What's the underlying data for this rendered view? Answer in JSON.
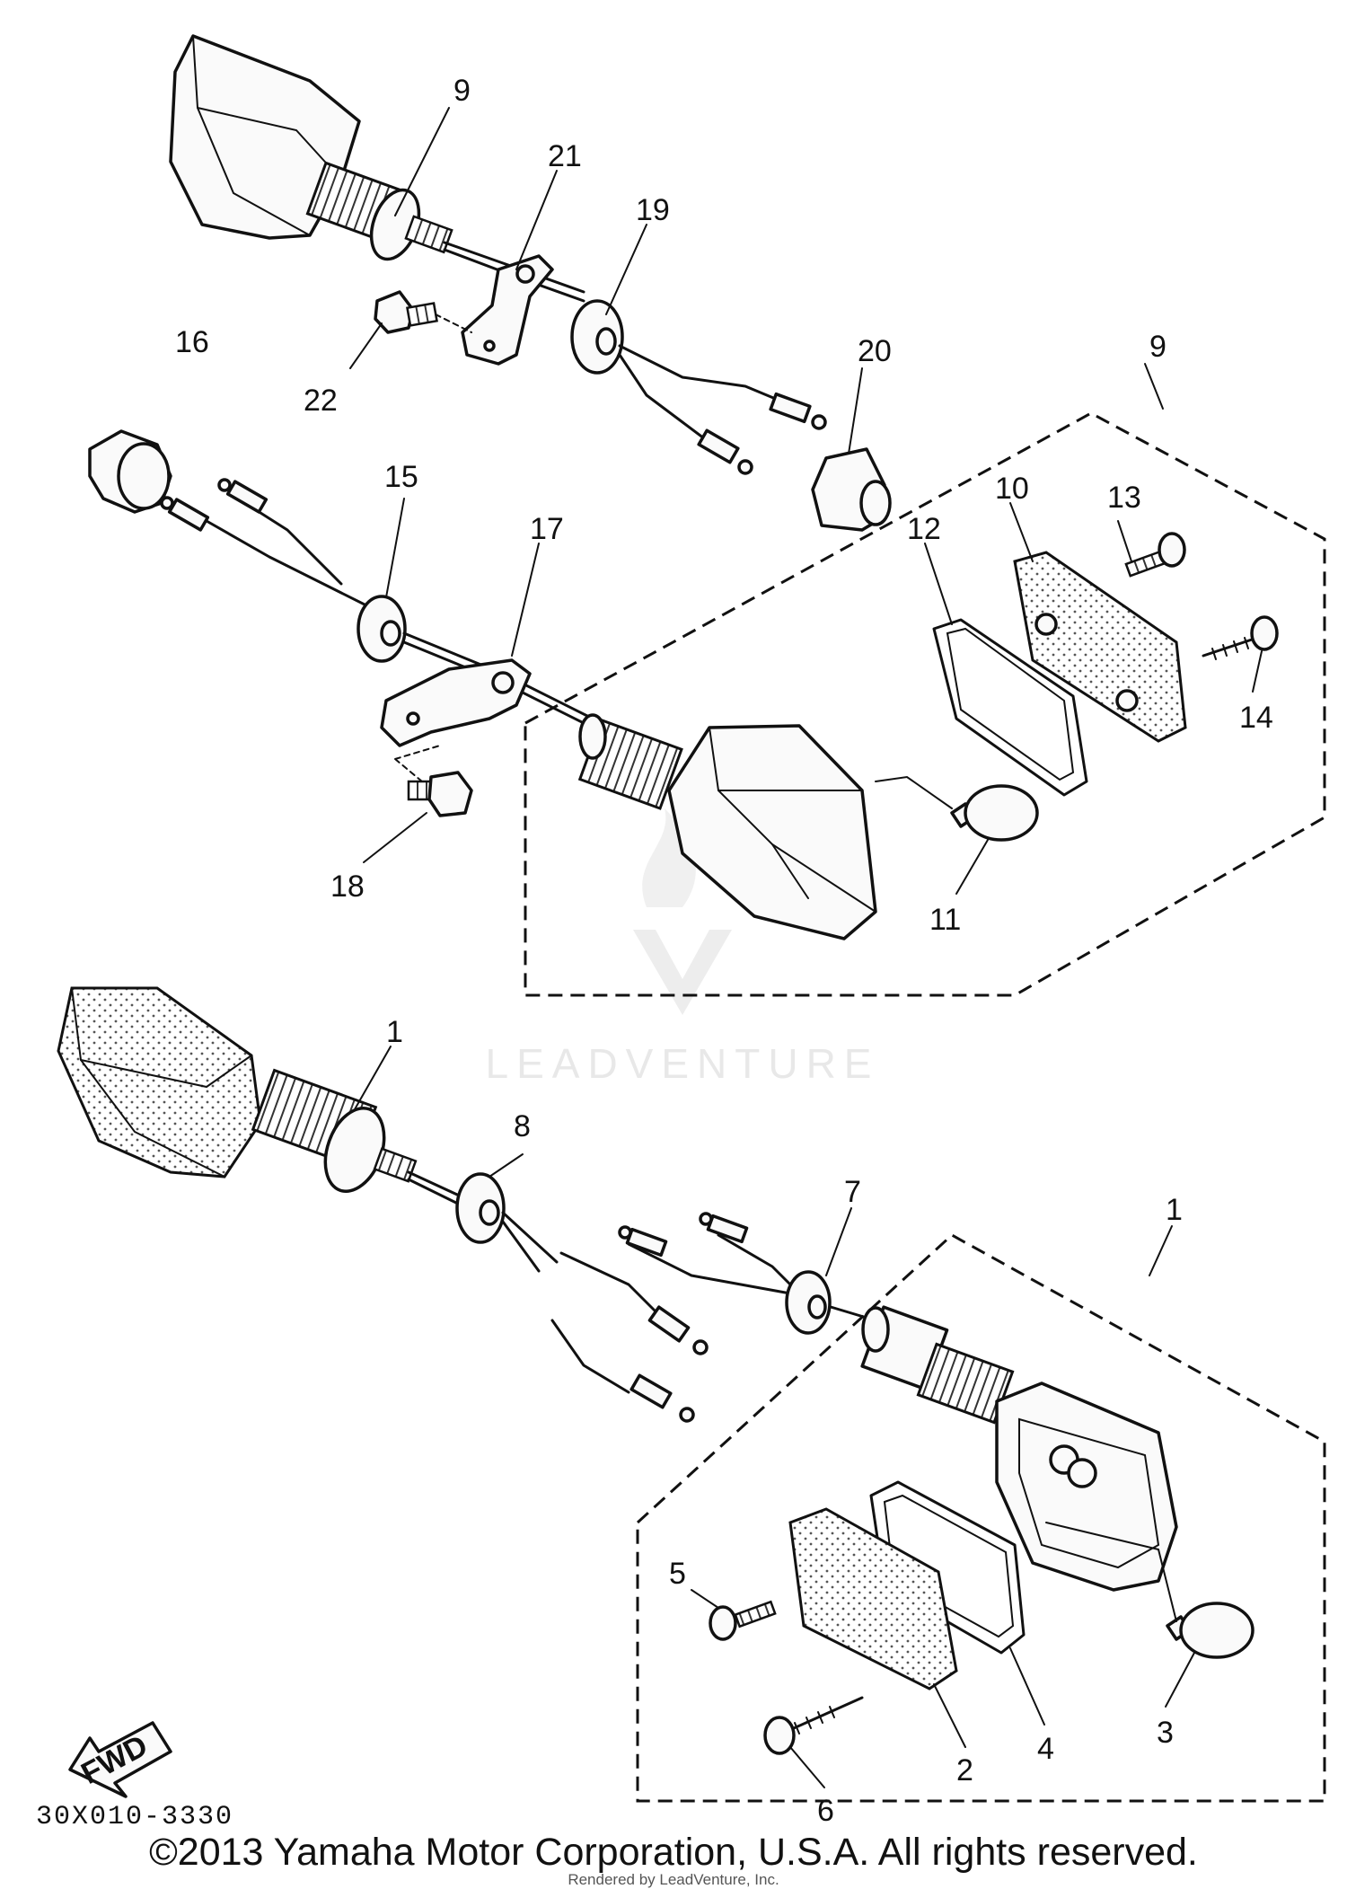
{
  "callouts": {
    "c1a": "1",
    "c1b": "1",
    "c2": "2",
    "c3": "3",
    "c4": "4",
    "c5": "5",
    "c6": "6",
    "c7": "7",
    "c8": "8",
    "c9a": "9",
    "c9b": "9",
    "c10": "10",
    "c11": "11",
    "c12": "12",
    "c13": "13",
    "c14": "14",
    "c15": "15",
    "c16": "16",
    "c17": "17",
    "c18": "18",
    "c19": "19",
    "c20": "20",
    "c21": "21",
    "c22": "22"
  },
  "fwd_label": "FWD",
  "diagram_code": "30X010-3330",
  "watermark": "LEADVENTURE",
  "copyright": "©2013 Yamaha Motor Corporation, U.S.A. All rights reserved.",
  "rendered_by": "Rendered by LeadVenture, Inc."
}
